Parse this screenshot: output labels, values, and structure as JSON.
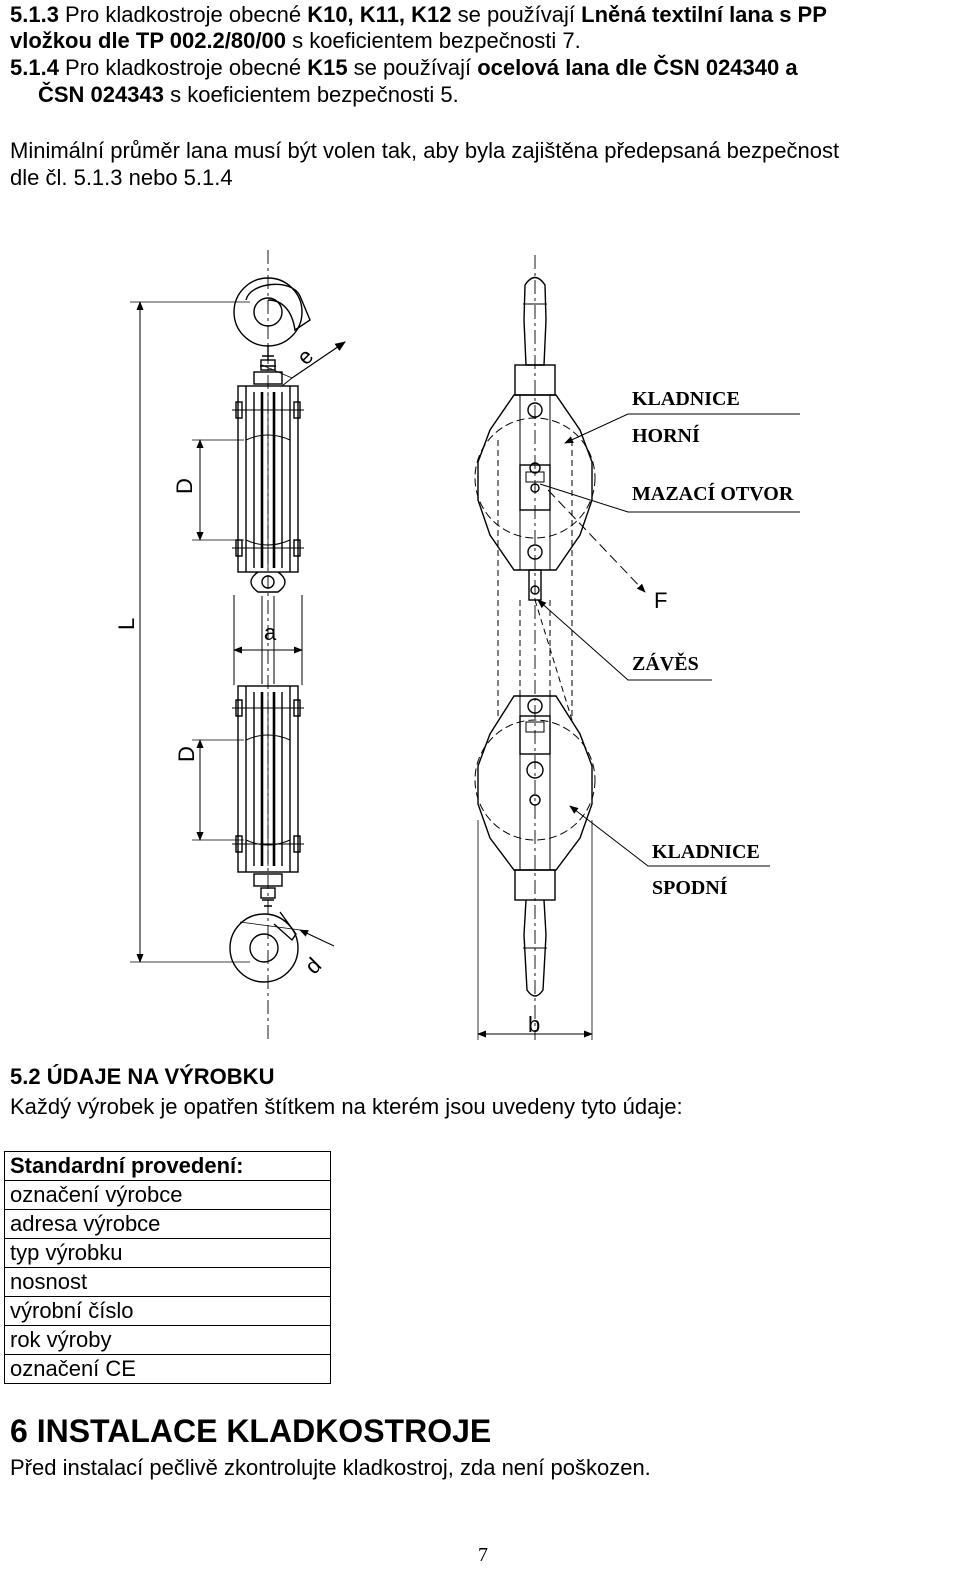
{
  "para_513": {
    "num": "5.1.3",
    "t1": " Pro kladkostroje obecné ",
    "b1": "K10, K11, K12",
    "t2": " se používají ",
    "b2": "Lněná textilní lana s PP",
    "b3": "vložkou dle TP 002.2/80/00",
    "t3": " s koeficientem bezpečnosti 7."
  },
  "para_514": {
    "num": "5.1.4",
    "t1": "  Pro kladkostroje obecné ",
    "b1": "K15",
    "t2": " se používají ",
    "b2": "ocelová lana dle ČSN 024340 a",
    "b3": "ČSN 024343",
    "t3": " s koeficientem bezpečnosti 5."
  },
  "note": {
    "line1": "Minimální průměr lana musí být volen tak, aby byla zajištěna předepsaná bezpečnost",
    "line2": "dle čl. 5.1.3 nebo 5.1.4"
  },
  "drawing": {
    "labels": {
      "upper_block_1": "KLADNICE",
      "upper_block_2": "HORNÍ",
      "lube_hole": "MAZACÍ OTVOR",
      "f": "F",
      "hanger": "ZÁVĚS",
      "lower_block_1": "KLADNICE",
      "lower_block_2": "SPODNÍ"
    },
    "dims": {
      "e": "e",
      "D1": "D",
      "L": "L",
      "a": "a",
      "D2": "D",
      "d": "d",
      "b": "b"
    }
  },
  "section_52": {
    "heading": "5.2 ÚDAJE NA VÝROBKU",
    "intro": "Každý výrobek je opatřen štítkem na kterém jsou uvedeny tyto údaje:"
  },
  "spec_table": {
    "header": "Standardní  provedení:",
    "rows": [
      "označení výrobce",
      "adresa výrobce",
      "typ výrobku",
      "nosnost",
      "výrobní číslo",
      "rok výroby",
      "označení CE"
    ]
  },
  "section_6": {
    "heading": "6 INSTALACE  KLADKOSTROJE",
    "text": "Před instalací pečlivě zkontrolujte kladkostroj, zda není poškozen."
  },
  "page_number": "7"
}
